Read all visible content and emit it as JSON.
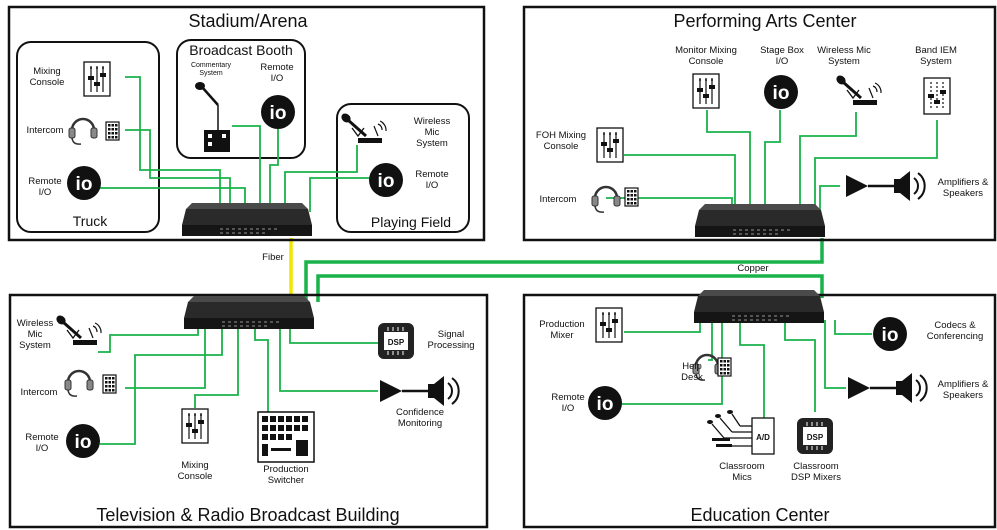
{
  "colors": {
    "ethernet": "#19b34a",
    "fiber": "#f2e600",
    "copper": "#19b34a",
    "ink": "#111111"
  },
  "links": {
    "fiber_label": "Fiber",
    "copper_label": "Copper"
  },
  "stadium": {
    "title": "Stadium/Arena",
    "truck": "Truck",
    "booth": "Broadcast Booth",
    "field": "Playing Field",
    "mixing_console": "Mixing\nConsole",
    "intercom": "Intercom",
    "remote_io": "Remote\nI/O",
    "commentary": "Commentary\nSystem",
    "booth_remote_io": "Remote\nI/O",
    "wireless_mic": "Wireless\nMic\nSystem",
    "field_remote_io": "Remote\nI/O"
  },
  "pac": {
    "title": "Performing Arts Center",
    "monitor_mixing": "Monitor Mixing\nConsole",
    "stage_box": "Stage Box\nI/O",
    "wireless_mic": "Wireless Mic\nSystem",
    "band_iem": "Band IEM\nSystem",
    "foh_mixing": "FOH Mixing\nConsole",
    "intercom": "Intercom",
    "amplifiers": "Amplifiers &\nSpeakers"
  },
  "tv": {
    "title": "Television & Radio Broadcast Building",
    "wireless_mic": "Wireless\nMic\nSystem",
    "intercom": "Intercom",
    "remote_io": "Remote\nI/O",
    "mixing_console": "Mixing\nConsole",
    "production_switcher": "Production\nSwitcher",
    "signal_processing": "Signal\nProcessing",
    "confidence": "Confidence\nMonitoring"
  },
  "edu": {
    "title": "Education Center",
    "production_mixer": "Production\nMixer",
    "help_desk": "Help\nDesk",
    "remote_io": "Remote\nI/O",
    "classroom_mics": "Classroom\nMics",
    "classroom_dsp": "Classroom\nDSP Mixers",
    "codecs": "Codecs &\nConferencing",
    "amplifiers": "Amplifiers &\nSpeakers"
  },
  "icons": {
    "io_glyph": "io",
    "dsp_glyph": "DSP",
    "ad_glyph": "A/D"
  }
}
